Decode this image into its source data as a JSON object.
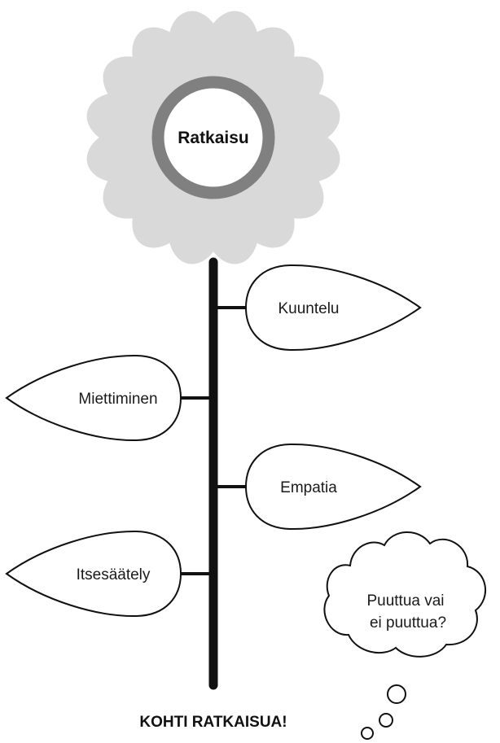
{
  "flower": {
    "center_label": "Ratkaisu",
    "petal_color": "#d9d9d9",
    "ring_color": "#808080",
    "stem_color": "#111111"
  },
  "leaves": [
    {
      "label": "Kuuntelu",
      "side": "right"
    },
    {
      "label": "Miettiminen",
      "side": "left"
    },
    {
      "label": "Empatia",
      "side": "right"
    },
    {
      "label": "Itsesäätely",
      "side": "left"
    }
  ],
  "thought": {
    "line1": "Puuttua vai",
    "line2": "ei puuttua?"
  },
  "footer": {
    "label": "KOHTI RATKAISUA!"
  }
}
